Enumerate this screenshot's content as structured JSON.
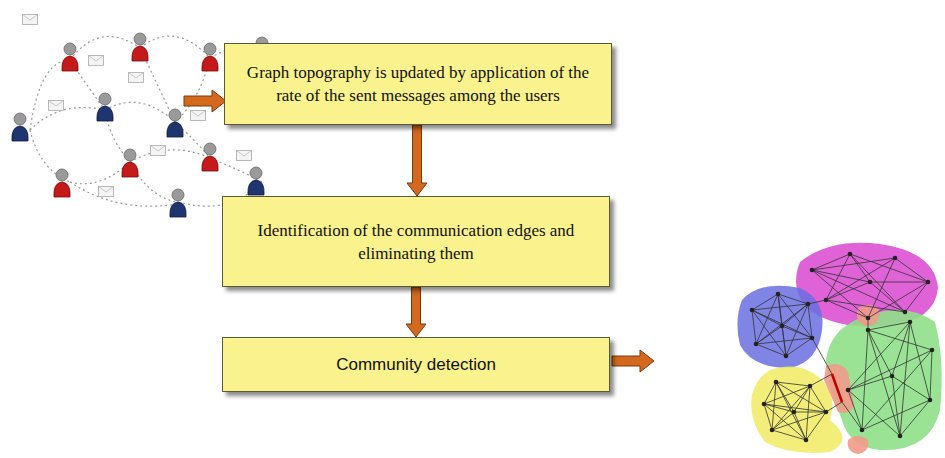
{
  "diagram": {
    "nodes": [
      {
        "text": [
          "Graph topography is updated by application of the rate of the sent messages among the users"
        ]
      },
      {
        "text": [
          "Identification of the communication edges and eliminating them"
        ]
      },
      {
        "text": [
          "Community detection"
        ]
      }
    ],
    "edges": [
      {
        "from": 0,
        "to": 1,
        "arrow": "to"
      },
      {
        "from": 1,
        "to": 2,
        "arrow": "to"
      }
    ]
  }
}
